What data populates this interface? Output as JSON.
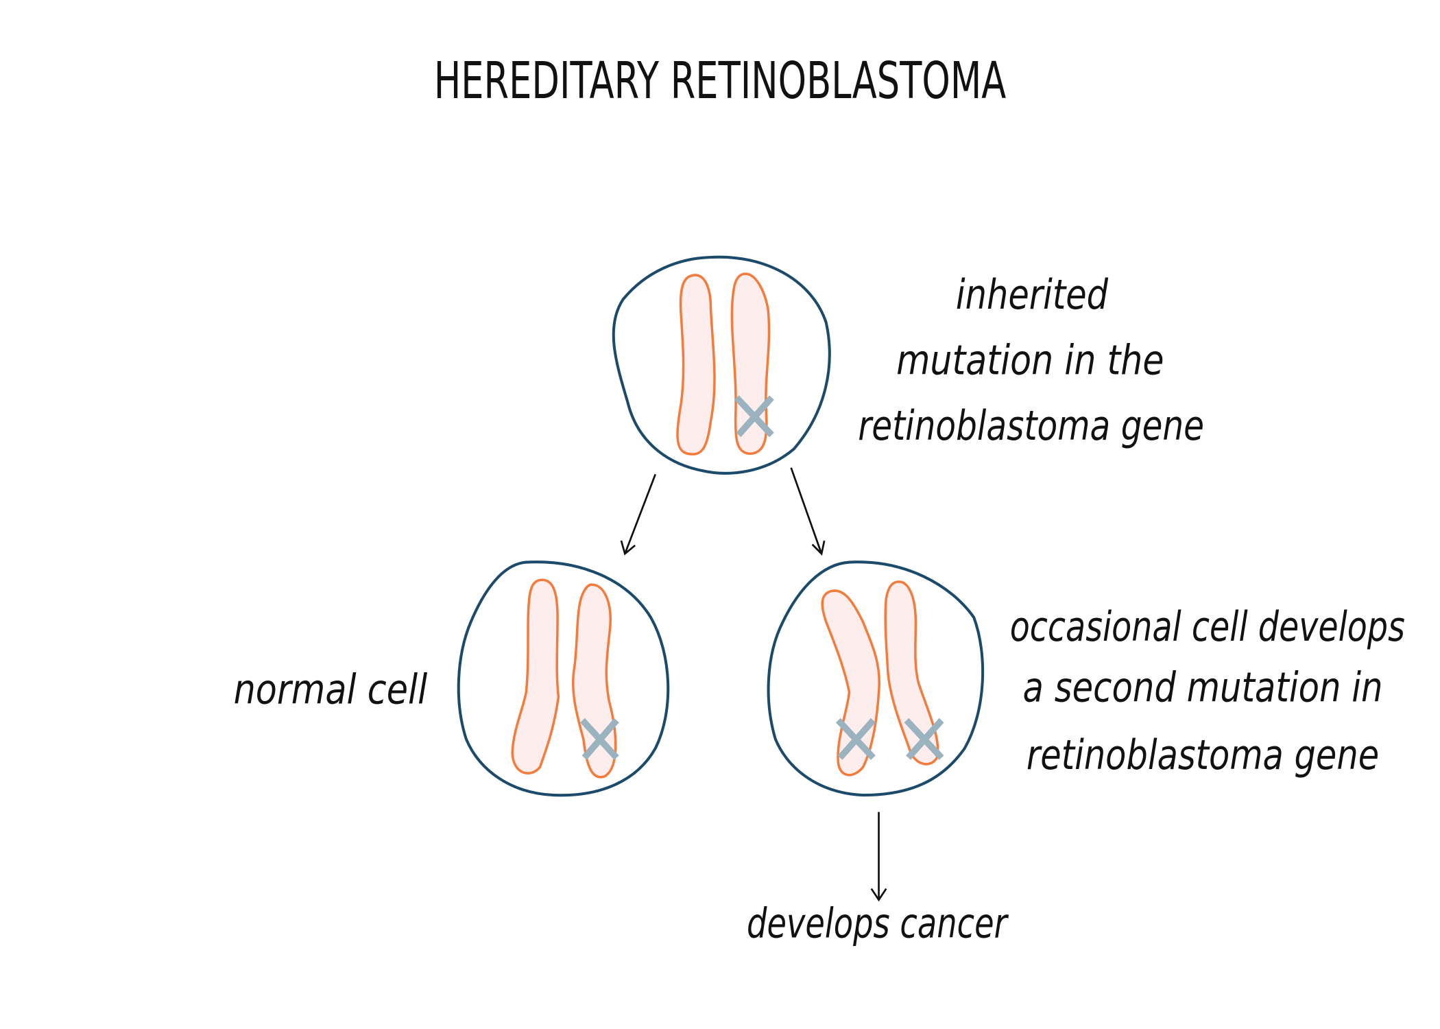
{
  "title": "HEREDITARY RETINOBLASTOMA",
  "labels": {
    "inherited": [
      "inherited",
      "mutation in the",
      "retinoblastoma gene"
    ],
    "normal": "normal cell",
    "second": [
      "occasional cell develops",
      "a second mutation in",
      "retinoblastoma gene"
    ],
    "cancer": "develops cancer"
  },
  "colors": {
    "cell_outline": "#1b4a6b",
    "chromosome_outline": "#f47b3c",
    "chromosome_fill": "#fdeeed",
    "mutation_mark": "#9bb2bf"
  }
}
